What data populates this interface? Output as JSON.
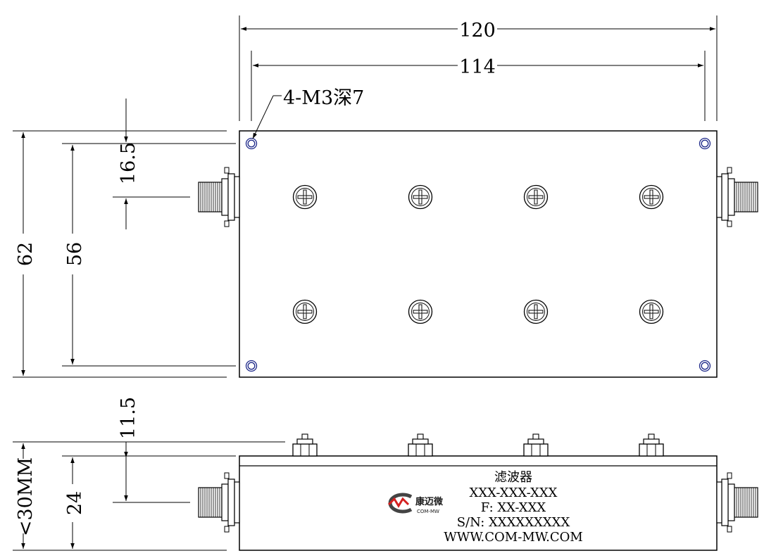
{
  "dimensions": {
    "overall_length": "120",
    "hole_spacing_length": "114",
    "hole_spec": "4-M3深7",
    "overall_width": "62",
    "hole_spacing_width": "56",
    "connector_offset": "16.5",
    "height_max": "<30MM",
    "body_height": "24",
    "side_connector_offset": "11.5"
  },
  "label": {
    "product": "滤波器",
    "model": "XXX-XXX-XXX",
    "freq": "F: XX-XXX",
    "serial": "S/N: XXXXXXXXX",
    "website": "WWW.COM-MW.COM"
  },
  "logo": {
    "cn": "康迈微",
    "en": "COM-MW",
    "mark": "MW"
  },
  "colors": {
    "line": "#000000",
    "hole": "#1f2a8a",
    "logo_red": "#d42020",
    "logo_gray": "#444444"
  }
}
